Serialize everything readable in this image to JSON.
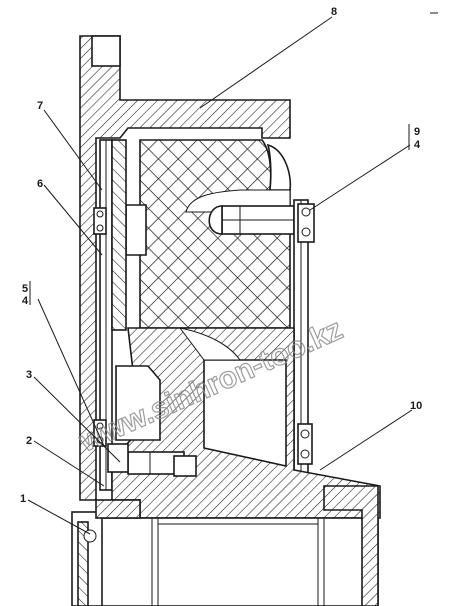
{
  "drawing": {
    "callouts": [
      {
        "id": "c8",
        "text": "8"
      },
      {
        "id": "c7",
        "text": "7"
      },
      {
        "id": "c6",
        "text": "6"
      },
      {
        "id": "c5",
        "text": "5"
      },
      {
        "id": "c5sub",
        "text": "4"
      },
      {
        "id": "c3",
        "text": "3"
      },
      {
        "id": "c2",
        "text": "2"
      },
      {
        "id": "c1",
        "text": "1"
      },
      {
        "id": "c9",
        "text": "9"
      },
      {
        "id": "c9sub",
        "text": "4"
      },
      {
        "id": "c10",
        "text": "10"
      }
    ],
    "watermark": "www.sinhron-too.kz"
  }
}
